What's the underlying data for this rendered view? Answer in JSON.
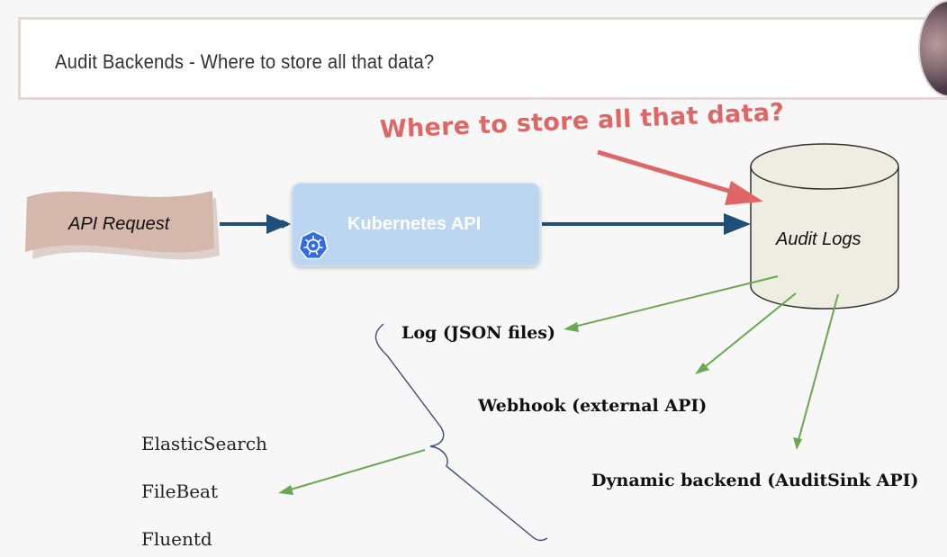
{
  "slide": {
    "title": "Audit Backends - Where to store all that data?"
  },
  "diagram": {
    "nodes": {
      "api_request": "API Request",
      "kubernetes_api": "Kubernetes API",
      "audit_logs": "Audit Logs"
    },
    "annotation": "Where to store all that data?",
    "backends": [
      "Log (JSON files)",
      "Webhook (external API)",
      "Dynamic backend (AuditSink API)"
    ],
    "log_tools": [
      "ElasticSearch",
      "FileBeat",
      "Fluentd"
    ]
  },
  "icons": {
    "kubernetes": "kubernetes-helm-icon",
    "presenter": "presenter-avatar"
  },
  "colors": {
    "main_arrow": "#1f4e79",
    "annotation": "#e06666",
    "backend_arrow": "#6aa84f",
    "request_shape": "#d5b8ab",
    "kubernetes_box": "#bcd6f2",
    "cylinder": "#eeede2"
  }
}
